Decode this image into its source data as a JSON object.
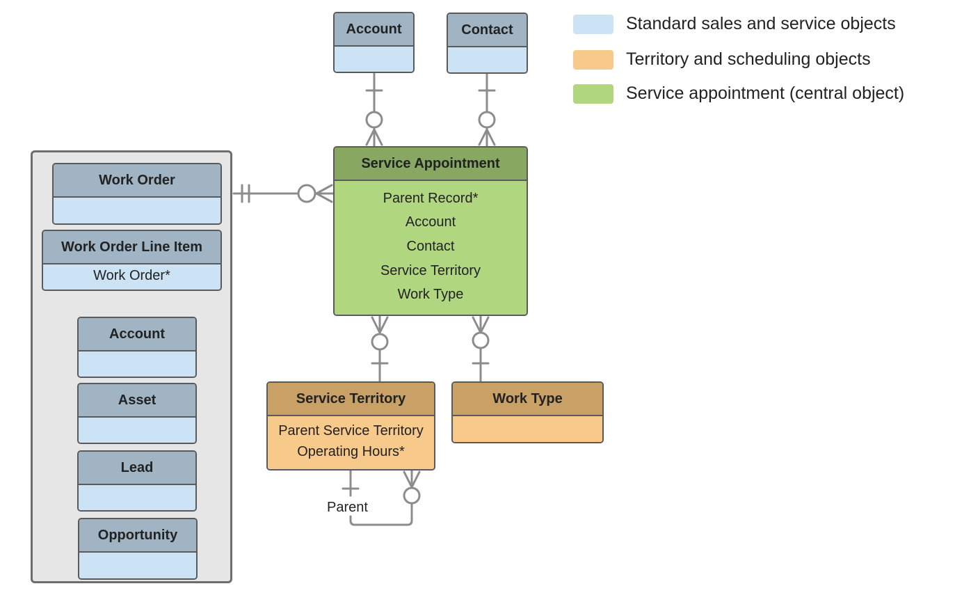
{
  "entities": {
    "account_top": {
      "title": "Account",
      "fields": []
    },
    "contact_top": {
      "title": "Contact",
      "fields": []
    },
    "service_appointment": {
      "title": "Service Appointment",
      "fields": [
        "Parent Record*",
        "Account",
        "Contact",
        "Service Territory",
        "Work Type"
      ]
    },
    "work_order": {
      "title": "Work Order",
      "fields": []
    },
    "work_order_line_item": {
      "title": "Work Order Line Item",
      "fields": [
        "Work Order*"
      ]
    },
    "account_group": {
      "title": "Account",
      "fields": []
    },
    "asset": {
      "title": "Asset",
      "fields": []
    },
    "lead": {
      "title": "Lead",
      "fields": []
    },
    "opportunity": {
      "title": "Opportunity",
      "fields": []
    },
    "service_territory": {
      "title": "Service Territory",
      "fields": [
        "Parent Service Territory",
        "Operating Hours*"
      ]
    },
    "work_type": {
      "title": "Work Type",
      "fields": []
    }
  },
  "relationships": {
    "self_label": "Parent"
  },
  "legend": [
    {
      "label": "Standard sales and service objects",
      "color": "#cbe3f5"
    },
    {
      "label": "Territory and scheduling objects",
      "color": "#f7c98a"
    },
    {
      "label": "Service appointment (central object)",
      "color": "#b0d680"
    }
  ],
  "colors": {
    "connector": "#8c8c8c",
    "blue_header": "#a0b4c4",
    "orange_header": "#c9a065",
    "green_header": "#88a862"
  }
}
